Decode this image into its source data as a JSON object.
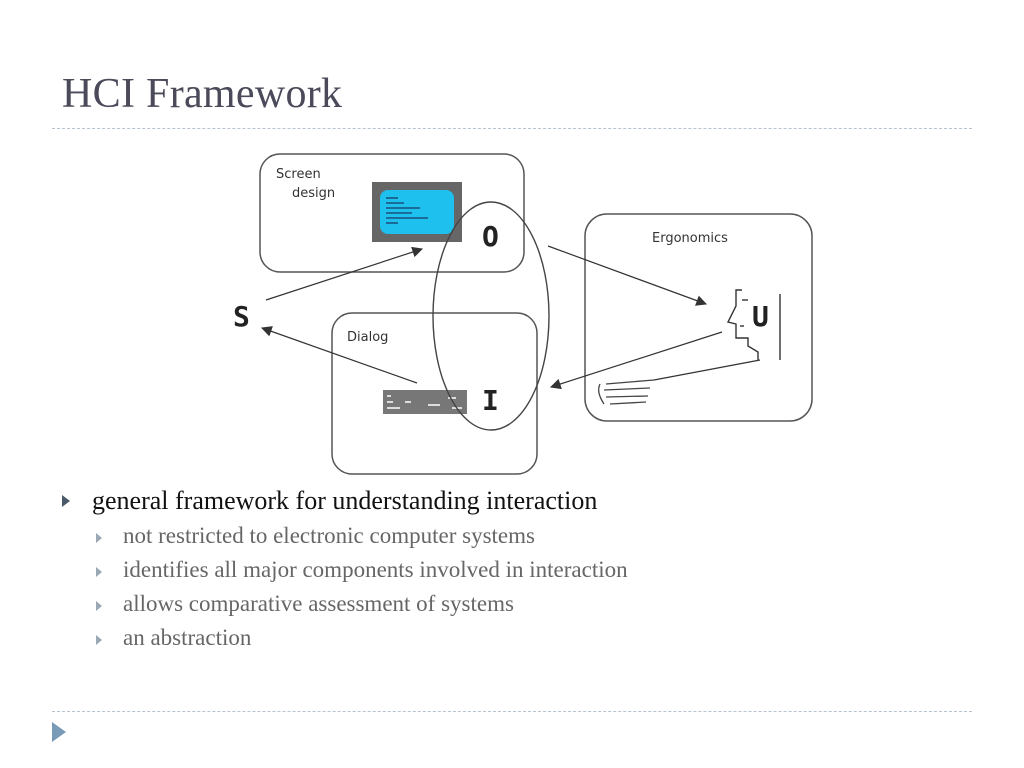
{
  "slide": {
    "title": "HCI Framework"
  },
  "diagram": {
    "screen_label_line1": "Screen",
    "screen_label_line2": "design",
    "ergonomics_label": "Ergonomics",
    "dialog_label": "Dialog",
    "letter_o": "O",
    "letter_s": "S",
    "letter_u": "U",
    "letter_i": "I"
  },
  "bullets": {
    "main": "general framework for understanding interaction",
    "sub": [
      "not restricted to electronic computer systems",
      "identifies all major components involved in interaction",
      "allows comparative assessment of systems",
      "an abstraction"
    ]
  },
  "colors": {
    "title": "#4a4a5a",
    "screen_fill": "#1ec0ee",
    "rule": "#b7c3cf",
    "nav": "#7a9bb8"
  },
  "icons": [
    "next-slide-icon",
    "bullet-triangle-icon"
  ]
}
